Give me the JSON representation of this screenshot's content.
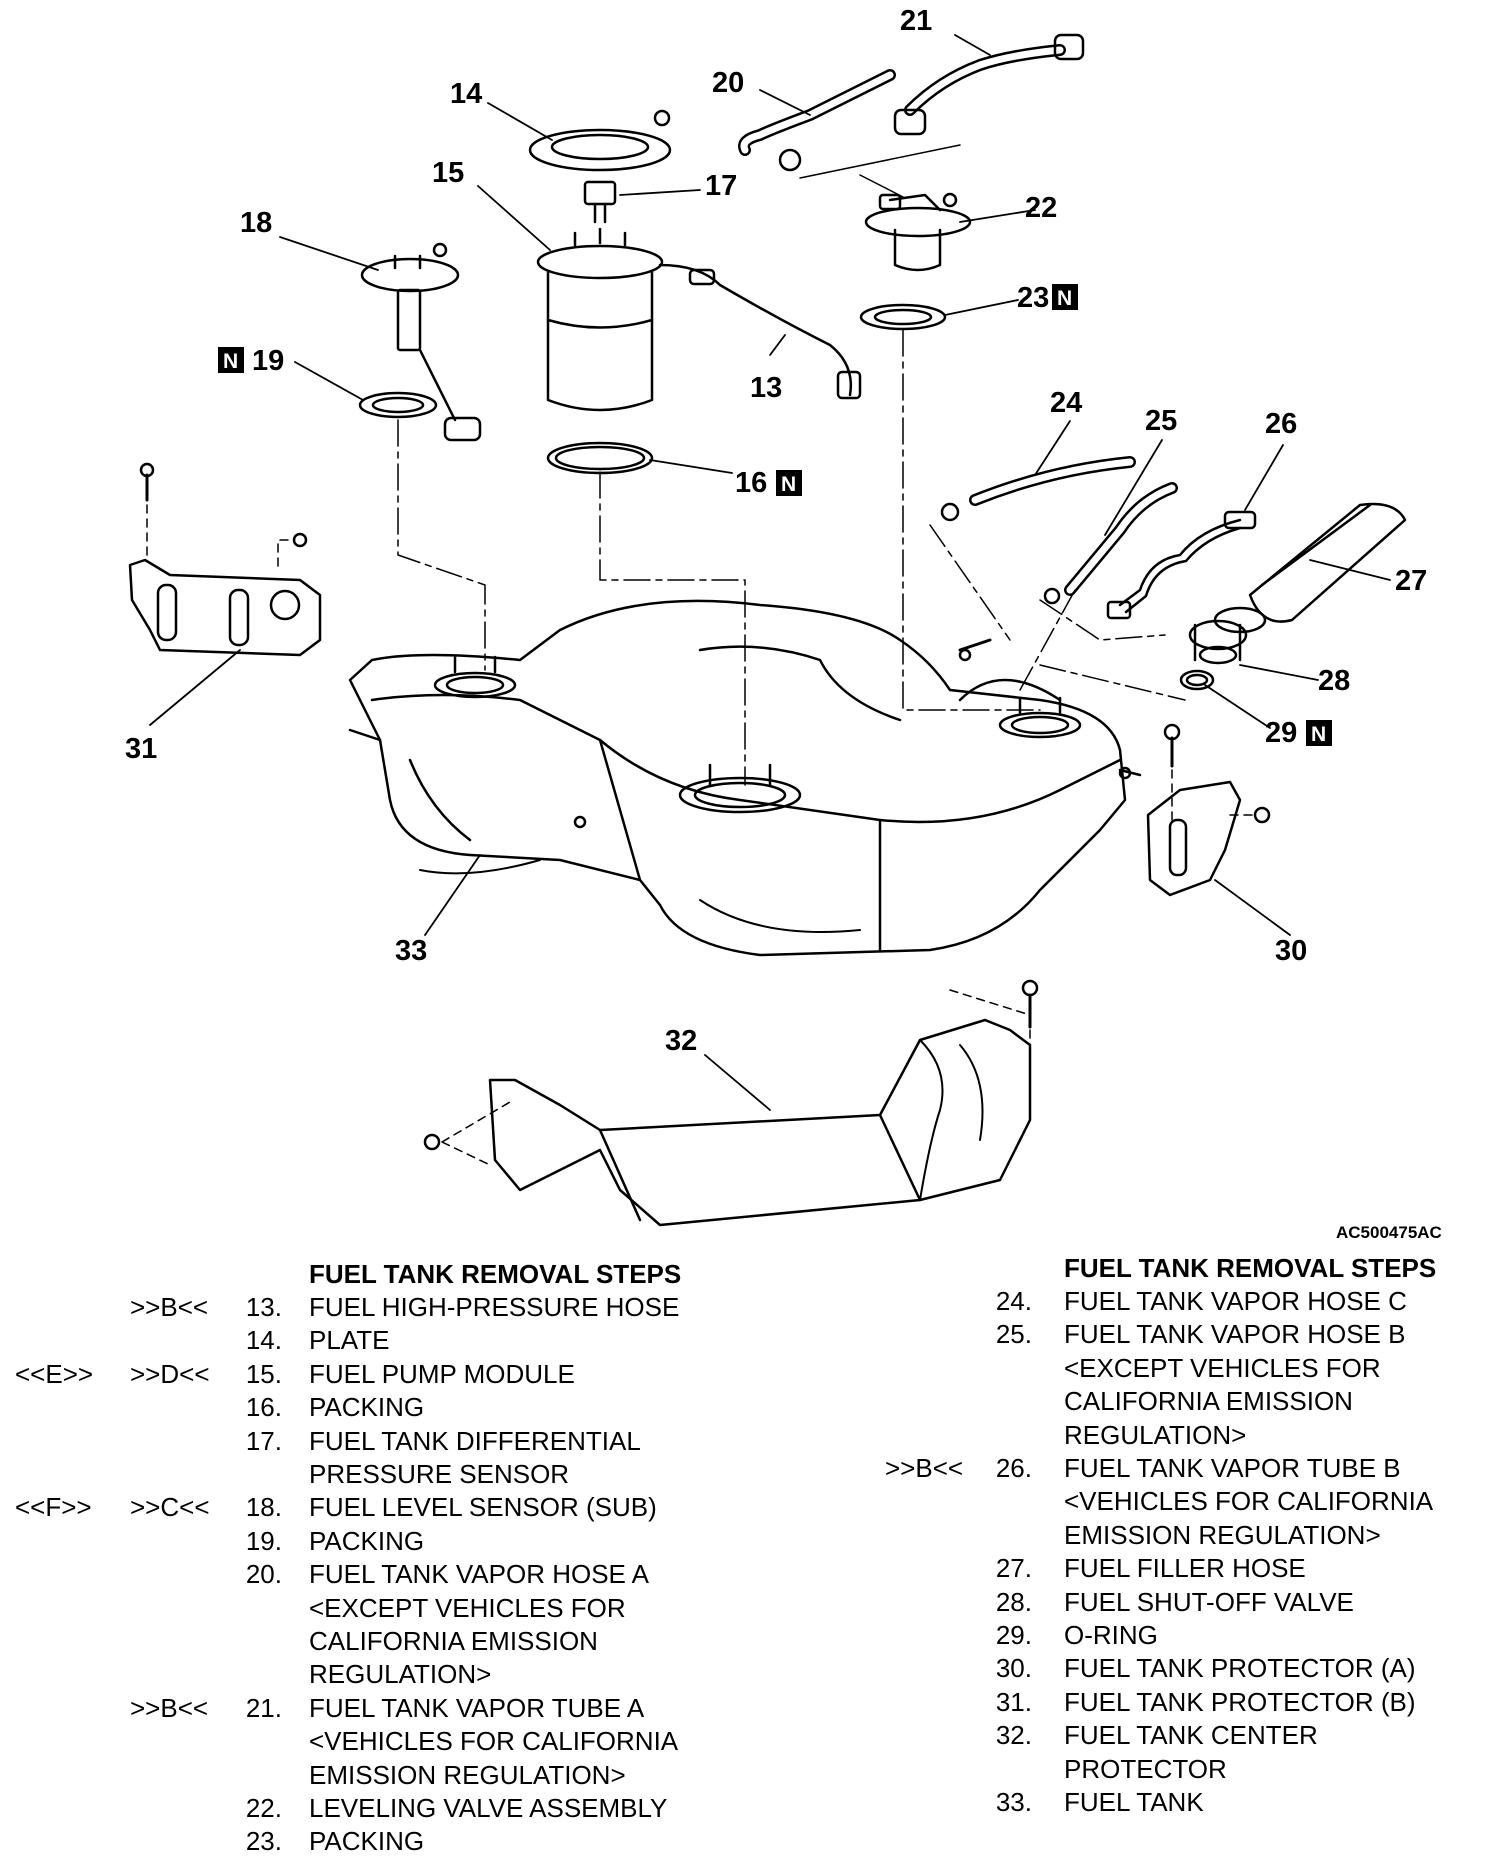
{
  "reference_code": "AC500475AC",
  "callouts": {
    "n13": "13",
    "n14": "14",
    "n15": "15",
    "n16": "16",
    "n17": "17",
    "n18": "18",
    "n19": "19",
    "n20": "20",
    "n21": "21",
    "n22": "22",
    "n23": "23",
    "n24": "24",
    "n25": "25",
    "n26": "26",
    "n27": "27",
    "n28": "28",
    "n29": "29",
    "n30": "30",
    "n31": "31",
    "n32": "32",
    "n33": "33"
  },
  "new_part_marker": "N",
  "left_steps": {
    "title": "FUEL TANK REMOVAL STEPS",
    "items": [
      {
        "install": "",
        "remove": ">>B<<",
        "num": "13.",
        "name": "FUEL HIGH-PRESSURE HOSE"
      },
      {
        "install": "",
        "remove": "",
        "num": "14.",
        "name": "PLATE"
      },
      {
        "install": "<<E>>",
        "remove": ">>D<<",
        "num": "15.",
        "name": "FUEL PUMP MODULE"
      },
      {
        "install": "",
        "remove": "",
        "num": "16.",
        "name": "PACKING"
      },
      {
        "install": "",
        "remove": "",
        "num": "17.",
        "name": "FUEL TANK DIFFERENTIAL\nPRESSURE SENSOR"
      },
      {
        "install": "<<F>>",
        "remove": ">>C<<",
        "num": "18.",
        "name": "FUEL LEVEL SENSOR (SUB)"
      },
      {
        "install": "",
        "remove": "",
        "num": "19.",
        "name": "PACKING"
      },
      {
        "install": "",
        "remove": "",
        "num": "20.",
        "name": "FUEL TANK VAPOR HOSE A\n<EXCEPT VEHICLES FOR\nCALIFORNIA EMISSION\nREGULATION>"
      },
      {
        "install": "",
        "remove": ">>B<<",
        "num": "21.",
        "name": "FUEL TANK VAPOR TUBE A\n<VEHICLES FOR CALIFORNIA\nEMISSION REGULATION>"
      },
      {
        "install": "",
        "remove": "",
        "num": "22.",
        "name": "LEVELING VALVE ASSEMBLY"
      },
      {
        "install": "",
        "remove": "",
        "num": "23.",
        "name": "PACKING"
      }
    ]
  },
  "right_steps": {
    "title": "FUEL TANK REMOVAL STEPS",
    "items": [
      {
        "remove": "",
        "num": "24.",
        "name": "FUEL TANK VAPOR HOSE C"
      },
      {
        "remove": "",
        "num": "25.",
        "name": "FUEL TANK VAPOR HOSE B\n<EXCEPT VEHICLES FOR\nCALIFORNIA EMISSION\nREGULATION>"
      },
      {
        "remove": ">>B<<",
        "num": "26.",
        "name": "FUEL TANK VAPOR TUBE B\n<VEHICLES FOR CALIFORNIA\nEMISSION REGULATION>"
      },
      {
        "remove": "",
        "num": "27.",
        "name": "FUEL FILLER HOSE"
      },
      {
        "remove": "",
        "num": "28.",
        "name": "FUEL SHUT-OFF VALVE"
      },
      {
        "remove": "",
        "num": "29.",
        "name": "O-RING"
      },
      {
        "remove": "",
        "num": "30.",
        "name": "FUEL TANK PROTECTOR (A)"
      },
      {
        "remove": "",
        "num": "31.",
        "name": "FUEL TANK PROTECTOR (B)"
      },
      {
        "remove": "",
        "num": "32.",
        "name": "FUEL TANK CENTER\nPROTECTOR"
      },
      {
        "remove": "",
        "num": "33.",
        "name": "FUEL TANK"
      }
    ]
  }
}
